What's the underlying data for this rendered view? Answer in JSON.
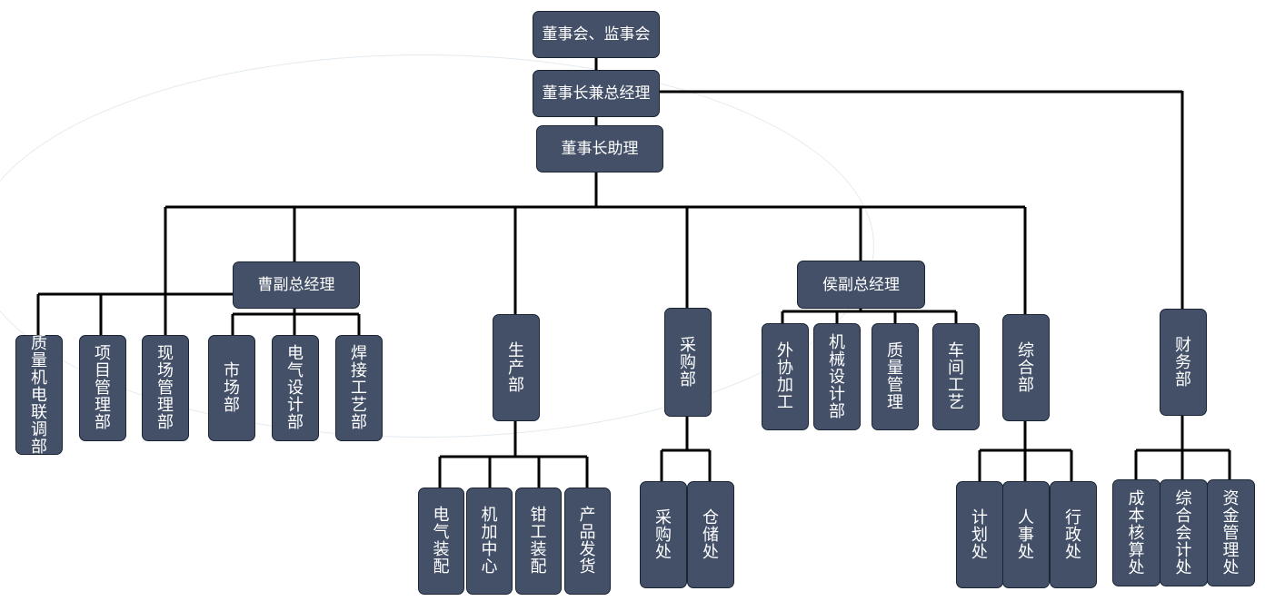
{
  "top": {
    "board": "董事会、监事会",
    "chairman": "董事长兼总经理",
    "assistant": "董事长助理"
  },
  "vps": {
    "cao": "曹副总经理",
    "hou": "侯副总经理"
  },
  "cao_depts": [
    "质量机电联调部",
    "项目管理部",
    "现场管理部",
    "市场部",
    "电气设计部",
    "焊接工艺部"
  ],
  "production": {
    "name": "生产部",
    "units": [
      "电气装配",
      "机加中心",
      "钳工装配",
      "产品发货"
    ]
  },
  "purchasing": {
    "name": "采购部",
    "units": [
      "采购处",
      "仓储处"
    ]
  },
  "hou_depts": [
    "外协加工",
    "机械设计部",
    "质量管理",
    "车间工艺"
  ],
  "general": {
    "name": "综合部",
    "units": [
      "计划处",
      "人事处",
      "行政处"
    ]
  },
  "finance": {
    "name": "财务部",
    "units": [
      "成本核算处",
      "综合会计处",
      "资金管理处"
    ]
  }
}
